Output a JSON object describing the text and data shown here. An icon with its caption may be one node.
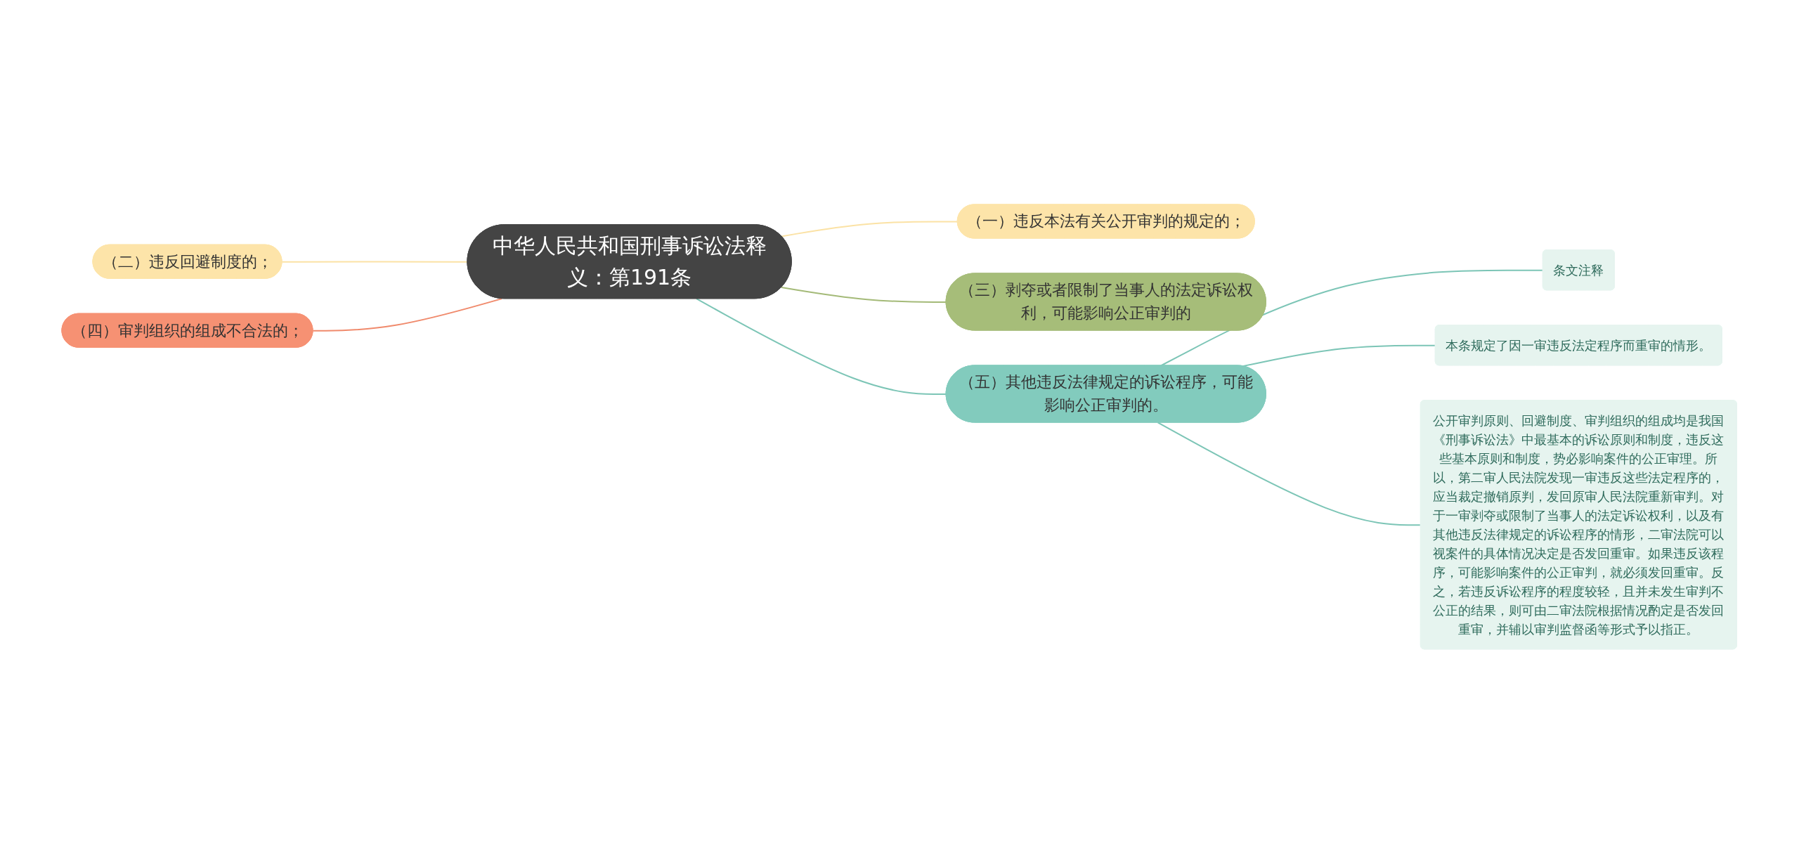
{
  "diagram": {
    "nodes": [
      {
        "text": [
          "中华人民共和国刑事诉讼法释义：第191条"
        ]
      },
      {
        "text": [
          "（一）违反本法有关公开审判的规定的；"
        ]
      },
      {
        "text": [
          "（三）剥夺或者限制了当事人的法定诉讼权利，可能影响公正审判的"
        ]
      },
      {
        "text": [
          "（二）违反回避制度的；"
        ]
      },
      {
        "text": [
          "（四）审判组织的组成不合法的；"
        ]
      },
      {
        "text": [
          "（五）其他违反法律规定的诉讼程序，可能影响公正审判的。"
        ]
      },
      {
        "text": [
          "条文注释"
        ]
      },
      {
        "text": [
          "本条规定了因一审违反法定程序而重审的情形。"
        ]
      },
      {
        "text": [
          "公开审判原则、回避制度、审判组织的组成均是我国《刑事诉讼法》中最基本的诉讼原则和制度，违反这些基本原则和制度，势必影响案件的公正审理。所以，第二审人民法院发现一审违反这些法定程序的，应当裁定撤销原判，发回原审人民法院重新审判。对于一审剥夺或限制了当事人的法定诉讼权利，以及有其他违反法律规定的诉讼程序的情形，二审法院可以视案件的具体情况决定是否发回重审。如果违反该程序，可能影响案件的公正审判，就必须发回重审。反之，若违反诉讼程序的程度较轻，且并未发生审判不公正的结果，则可由二审法院根据情况酌定是否发回重审，并辅以审判监督函等形式予以指正。"
        ]
      }
    ],
    "edges": [
      {
        "from": 0,
        "to": 1,
        "arrow": "none",
        "color": "#fbe2a5"
      },
      {
        "from": 0,
        "to": 2,
        "arrow": "none",
        "color": "#a4ba78"
      },
      {
        "from": 3,
        "to": 0,
        "arrow": "none",
        "color": "#fbe2a5"
      },
      {
        "from": 4,
        "to": 0,
        "arrow": "none",
        "color": "#f08a6c"
      },
      {
        "from": 0,
        "to": 5,
        "arrow": "none"
      },
      {
        "from": 5,
        "to": 6,
        "arrow": "none"
      },
      {
        "from": 5,
        "to": 7,
        "arrow": "none"
      },
      {
        "from": 5,
        "to": 8,
        "arrow": "none"
      }
    ]
  }
}
